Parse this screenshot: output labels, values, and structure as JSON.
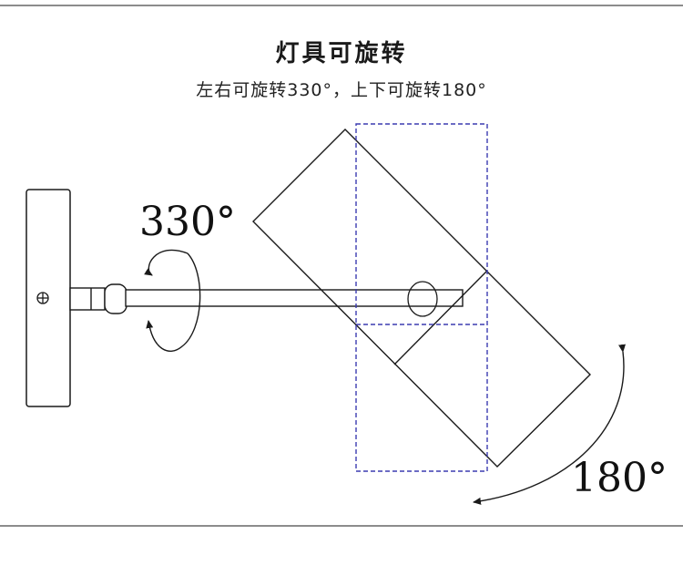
{
  "header": {
    "title": "灯具可旋转",
    "subtitle": "左右可旋转330°，上下可旋转180°"
  },
  "diagram": {
    "horizontal_rotation_label": "330°",
    "vertical_rotation_label": "180°",
    "colors": {
      "line": "#1a1a1a",
      "dashed_outline": "#3b3bb0",
      "rule": "#8c8c8c"
    }
  }
}
